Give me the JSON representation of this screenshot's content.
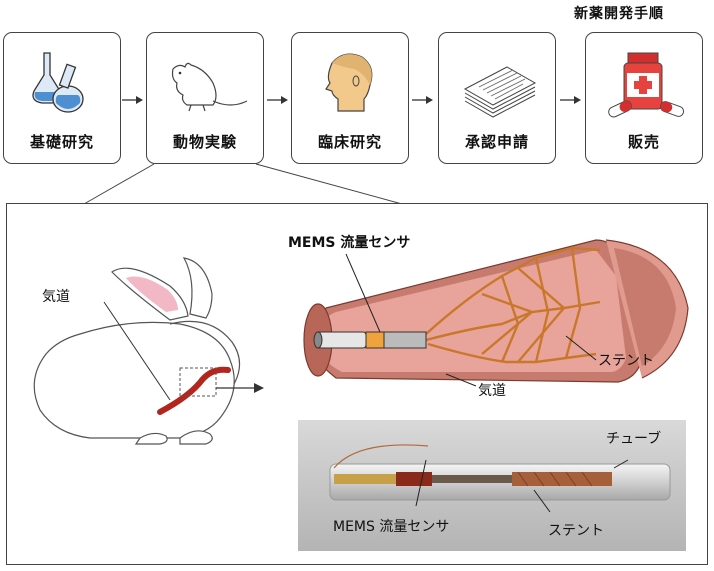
{
  "flow": {
    "title": "新薬開発手順",
    "steps": [
      {
        "label": "基礎研究",
        "icon": "flask-icon"
      },
      {
        "label": "動物実験",
        "icon": "rat-icon"
      },
      {
        "label": "臨床研究",
        "icon": "human-head-icon"
      },
      {
        "label": "承認申請",
        "icon": "documents-icon"
      },
      {
        "label": "販売",
        "icon": "medicine-icon"
      }
    ]
  },
  "detail": {
    "trachea_label": "気道",
    "sensor_label": "MEMS 流量センサ",
    "stent_label": "ステント",
    "airway_label": "気道",
    "tube_label": "チューブ",
    "photo_sensor_label": "MEMS 流量センサ",
    "photo_stent_label": "ステント"
  },
  "colors": {
    "airway_outer": "#c77b6e",
    "airway_inner": "#e8a49a",
    "stent": "#c9782a",
    "trachea_red": "#b3261e",
    "rabbit_ear": "#f2b8c6"
  }
}
